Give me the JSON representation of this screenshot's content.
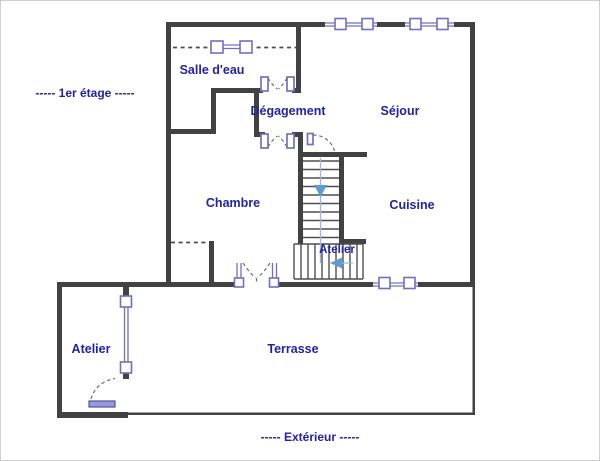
{
  "figure": {
    "type": "floor-plan",
    "floor_label": "-----  1er étage  -----",
    "exterior_label": "-----  Extérieur  -----",
    "rooms": {
      "salle_deau": "Salle d'eau",
      "degagement": "Dégagement",
      "sejour": "Séjour",
      "chambre": "Chambre",
      "cuisine": "Cuisine",
      "atelier_stairs": "Atelier",
      "atelier": "Atelier",
      "terrasse": "Terrasse"
    },
    "colors": {
      "background": "#ffffff",
      "wall": "#424242",
      "label": "#2222a4",
      "window": "#7070c2",
      "arrow": "#5f9bd0",
      "walk_line": "#9ab8d8",
      "stair": "#4f4f4f",
      "dash": "#4d4d4d",
      "arc": "#707070"
    }
  }
}
